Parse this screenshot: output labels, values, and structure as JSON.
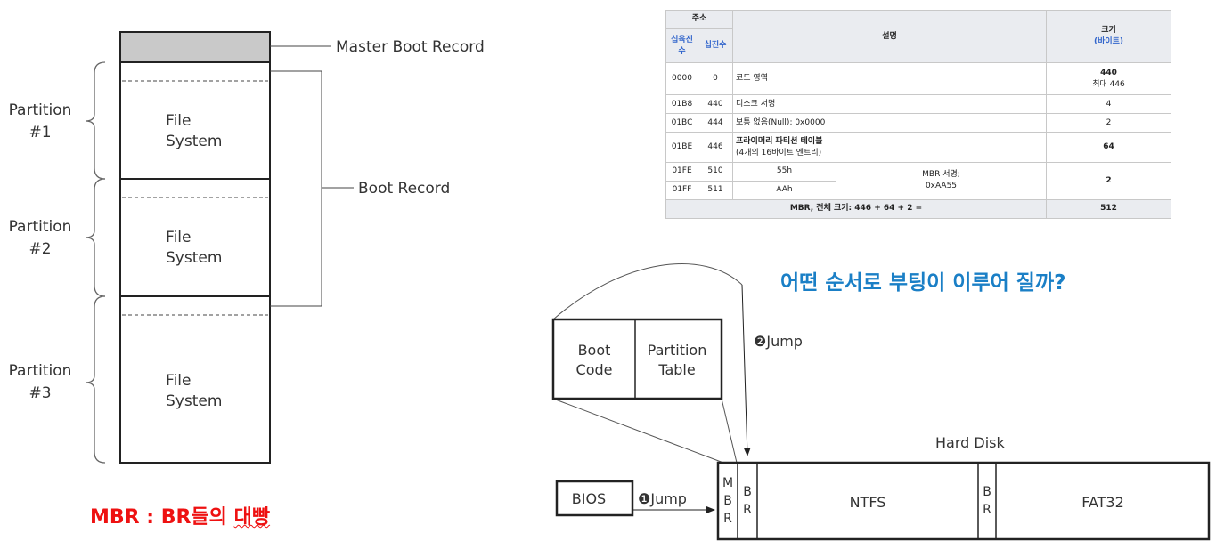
{
  "left_diagram": {
    "mbr_label": "Master Boot Record",
    "boot_record_label": "Boot Record",
    "partitions": [
      {
        "label_line1": "Partition",
        "label_line2": "#1",
        "fs_line1": "File",
        "fs_line2": "System"
      },
      {
        "label_line1": "Partition",
        "label_line2": "#2",
        "fs_line1": "File",
        "fs_line2": "System"
      },
      {
        "label_line1": "Partition",
        "label_line2": "#3",
        "fs_line1": "File",
        "fs_line2": "System"
      }
    ],
    "caption": {
      "part1": "MBR : BR들의 ",
      "part2": "대빵"
    }
  },
  "mbr_table": {
    "header": {
      "address": "주소",
      "hex": "십육진수",
      "dec": "십진수",
      "description": "설명",
      "size": "크기",
      "size_unit": "(바이트)"
    },
    "rows": [
      {
        "hex": "0000",
        "dec": "0",
        "desc": "코드 영역",
        "size": "440",
        "size_note": "최대 446"
      },
      {
        "hex": "01B8",
        "dec": "440",
        "desc": "디스크 서명",
        "size": "4"
      },
      {
        "hex": "01BC",
        "dec": "444",
        "desc": "보통 없음(Null); 0x0000",
        "size": "2"
      },
      {
        "hex": "01BE",
        "dec": "446",
        "desc": "프라이머리 파티션 테이블",
        "desc_note": "(4개의 16바이트 엔트리)",
        "size": "64"
      },
      {
        "hex": "01FE",
        "dec": "510",
        "val": "55h",
        "sig_line1": "MBR 서명;",
        "sig_line2": "0xAA55",
        "size": "2"
      },
      {
        "hex": "01FF",
        "dec": "511",
        "val": "AAh"
      }
    ],
    "footer": {
      "label": "MBR, 전체 크기: 446 + 64 + 2 =",
      "total": "512"
    }
  },
  "question": "어떤 순서로 부팅이 이루어 질까?",
  "boot_diagram": {
    "boot_code_line1": "Boot",
    "boot_code_line2": "Code",
    "partition_table_line1": "Partition",
    "partition_table_line2": "Table",
    "jump2": "❷Jump",
    "hard_disk": "Hard Disk",
    "bios": "BIOS",
    "jump1": "❶Jump",
    "mbr_letters": [
      "M",
      "B",
      "R"
    ],
    "br_letters": [
      "B",
      "R"
    ],
    "ntfs": "NTFS",
    "fat32": "FAT32"
  }
}
